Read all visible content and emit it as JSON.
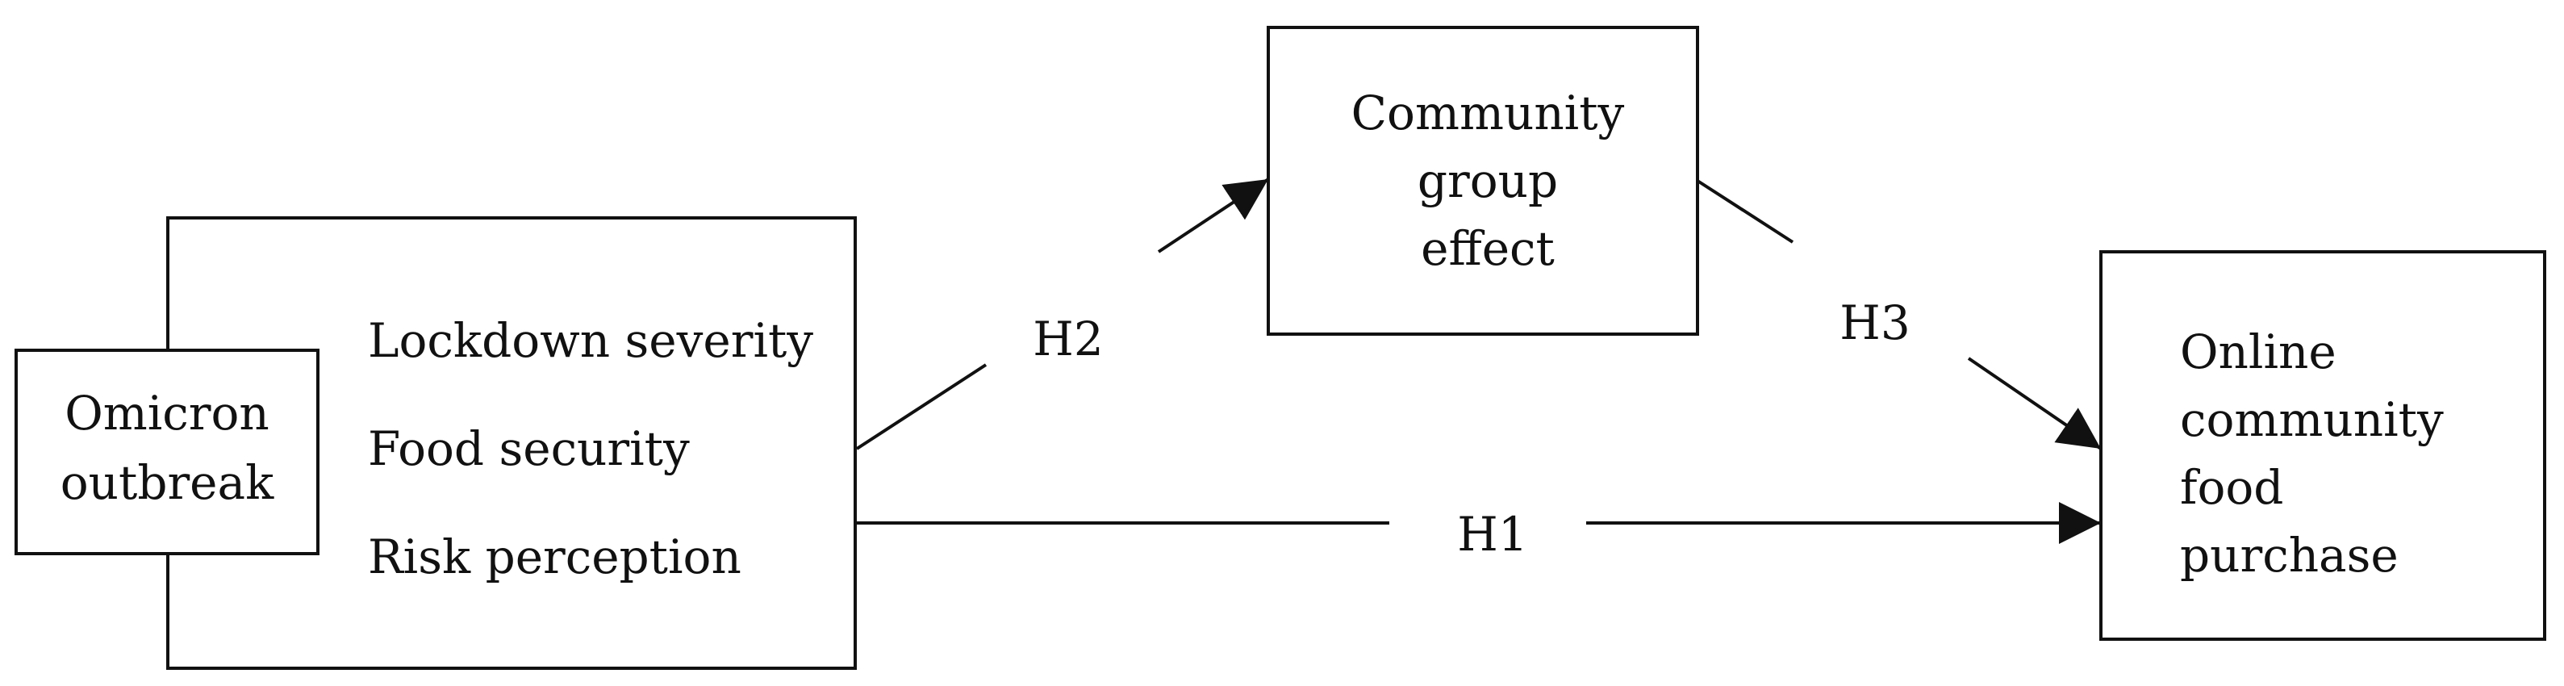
{
  "nodes": {
    "omicron": {
      "lines": [
        "Omicron",
        "outbreak"
      ]
    },
    "factors": {
      "lines": [
        "Lockdown severity",
        "Food security",
        "Risk perception"
      ]
    },
    "community_group": {
      "lines": [
        "Community",
        "group",
        "effect"
      ]
    },
    "online_purchase": {
      "lines": [
        "Online",
        "community",
        "food",
        "purchase"
      ]
    }
  },
  "edges": {
    "h1": {
      "label": "H1"
    },
    "h2": {
      "label": "H2"
    },
    "h3": {
      "label": "H3"
    }
  }
}
